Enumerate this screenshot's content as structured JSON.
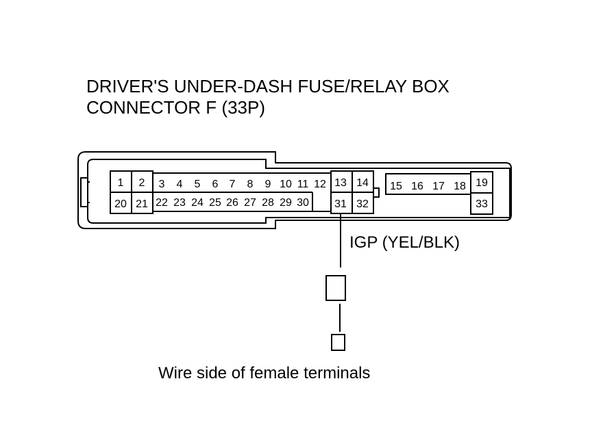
{
  "title_lines": [
    "DRIVER'S UNDER-DASH FUSE/RELAY BOX",
    "CONNECTOR F (33P)"
  ],
  "signal_label": "IGP (YEL/BLK)",
  "footer": "Wire side of female terminals",
  "pins": {
    "p1": "1",
    "p2": "2",
    "p3": "3",
    "p4": "4",
    "p5": "5",
    "p6": "6",
    "p7": "7",
    "p8": "8",
    "p9": "9",
    "p10": "10",
    "p11": "11",
    "p12": "12",
    "p13": "13",
    "p14": "14",
    "p15": "15",
    "p16": "16",
    "p17": "17",
    "p18": "18",
    "p19": "19",
    "p20": "20",
    "p21": "21",
    "p22": "22",
    "p23": "23",
    "p24": "24",
    "p25": "25",
    "p26": "26",
    "p27": "27",
    "p28": "28",
    "p29": "29",
    "p30": "30",
    "p31": "31",
    "p32": "32",
    "p33": "33"
  }
}
